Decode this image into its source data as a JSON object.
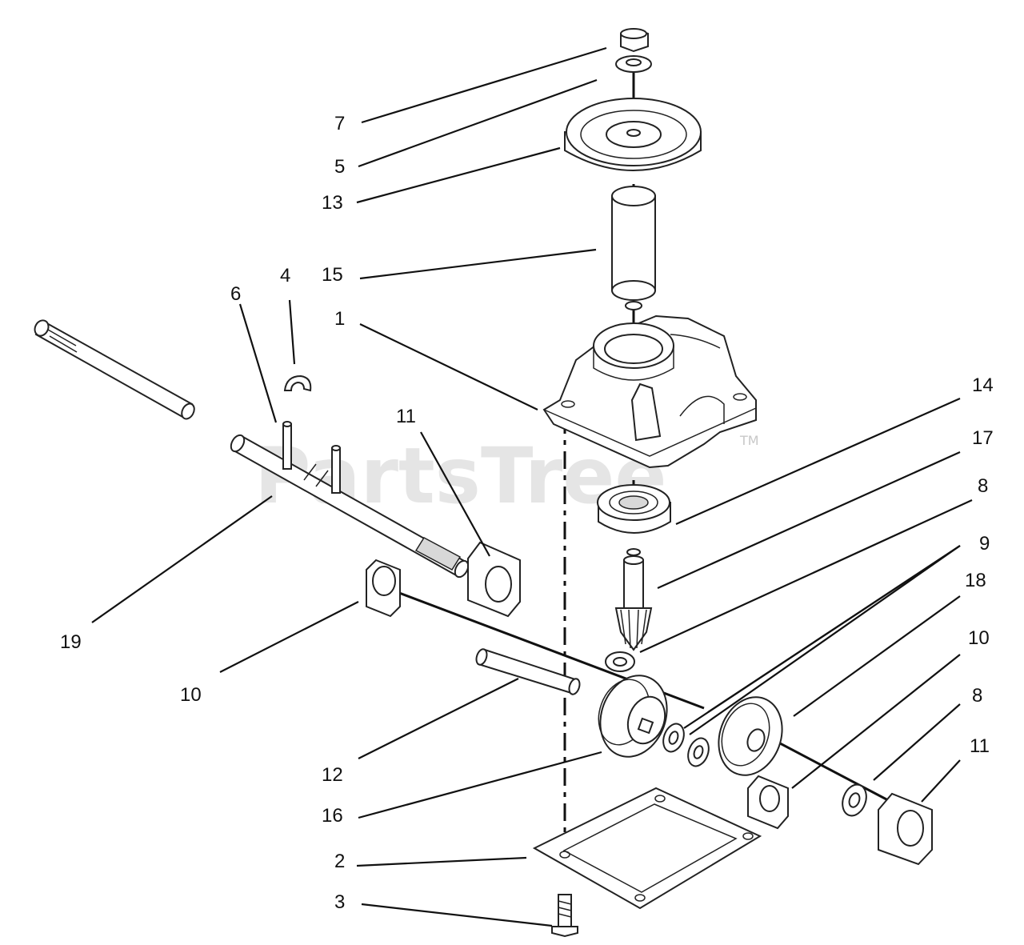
{
  "watermark": {
    "text": "PartsTree",
    "trademark": "TM"
  },
  "callouts": {
    "c7": "7",
    "c5": "5",
    "c13": "13",
    "c15": "15",
    "c1": "1",
    "c4": "4",
    "c6": "6",
    "c11_upper": "11",
    "c14": "14",
    "c17": "17",
    "c8_upper": "8",
    "c9": "9",
    "c18": "18",
    "c10_right": "10",
    "c8_lower": "8",
    "c11_lower": "11",
    "c19": "19",
    "c10_left": "10",
    "c12": "12",
    "c16": "16",
    "c2": "2",
    "c3": "3"
  }
}
